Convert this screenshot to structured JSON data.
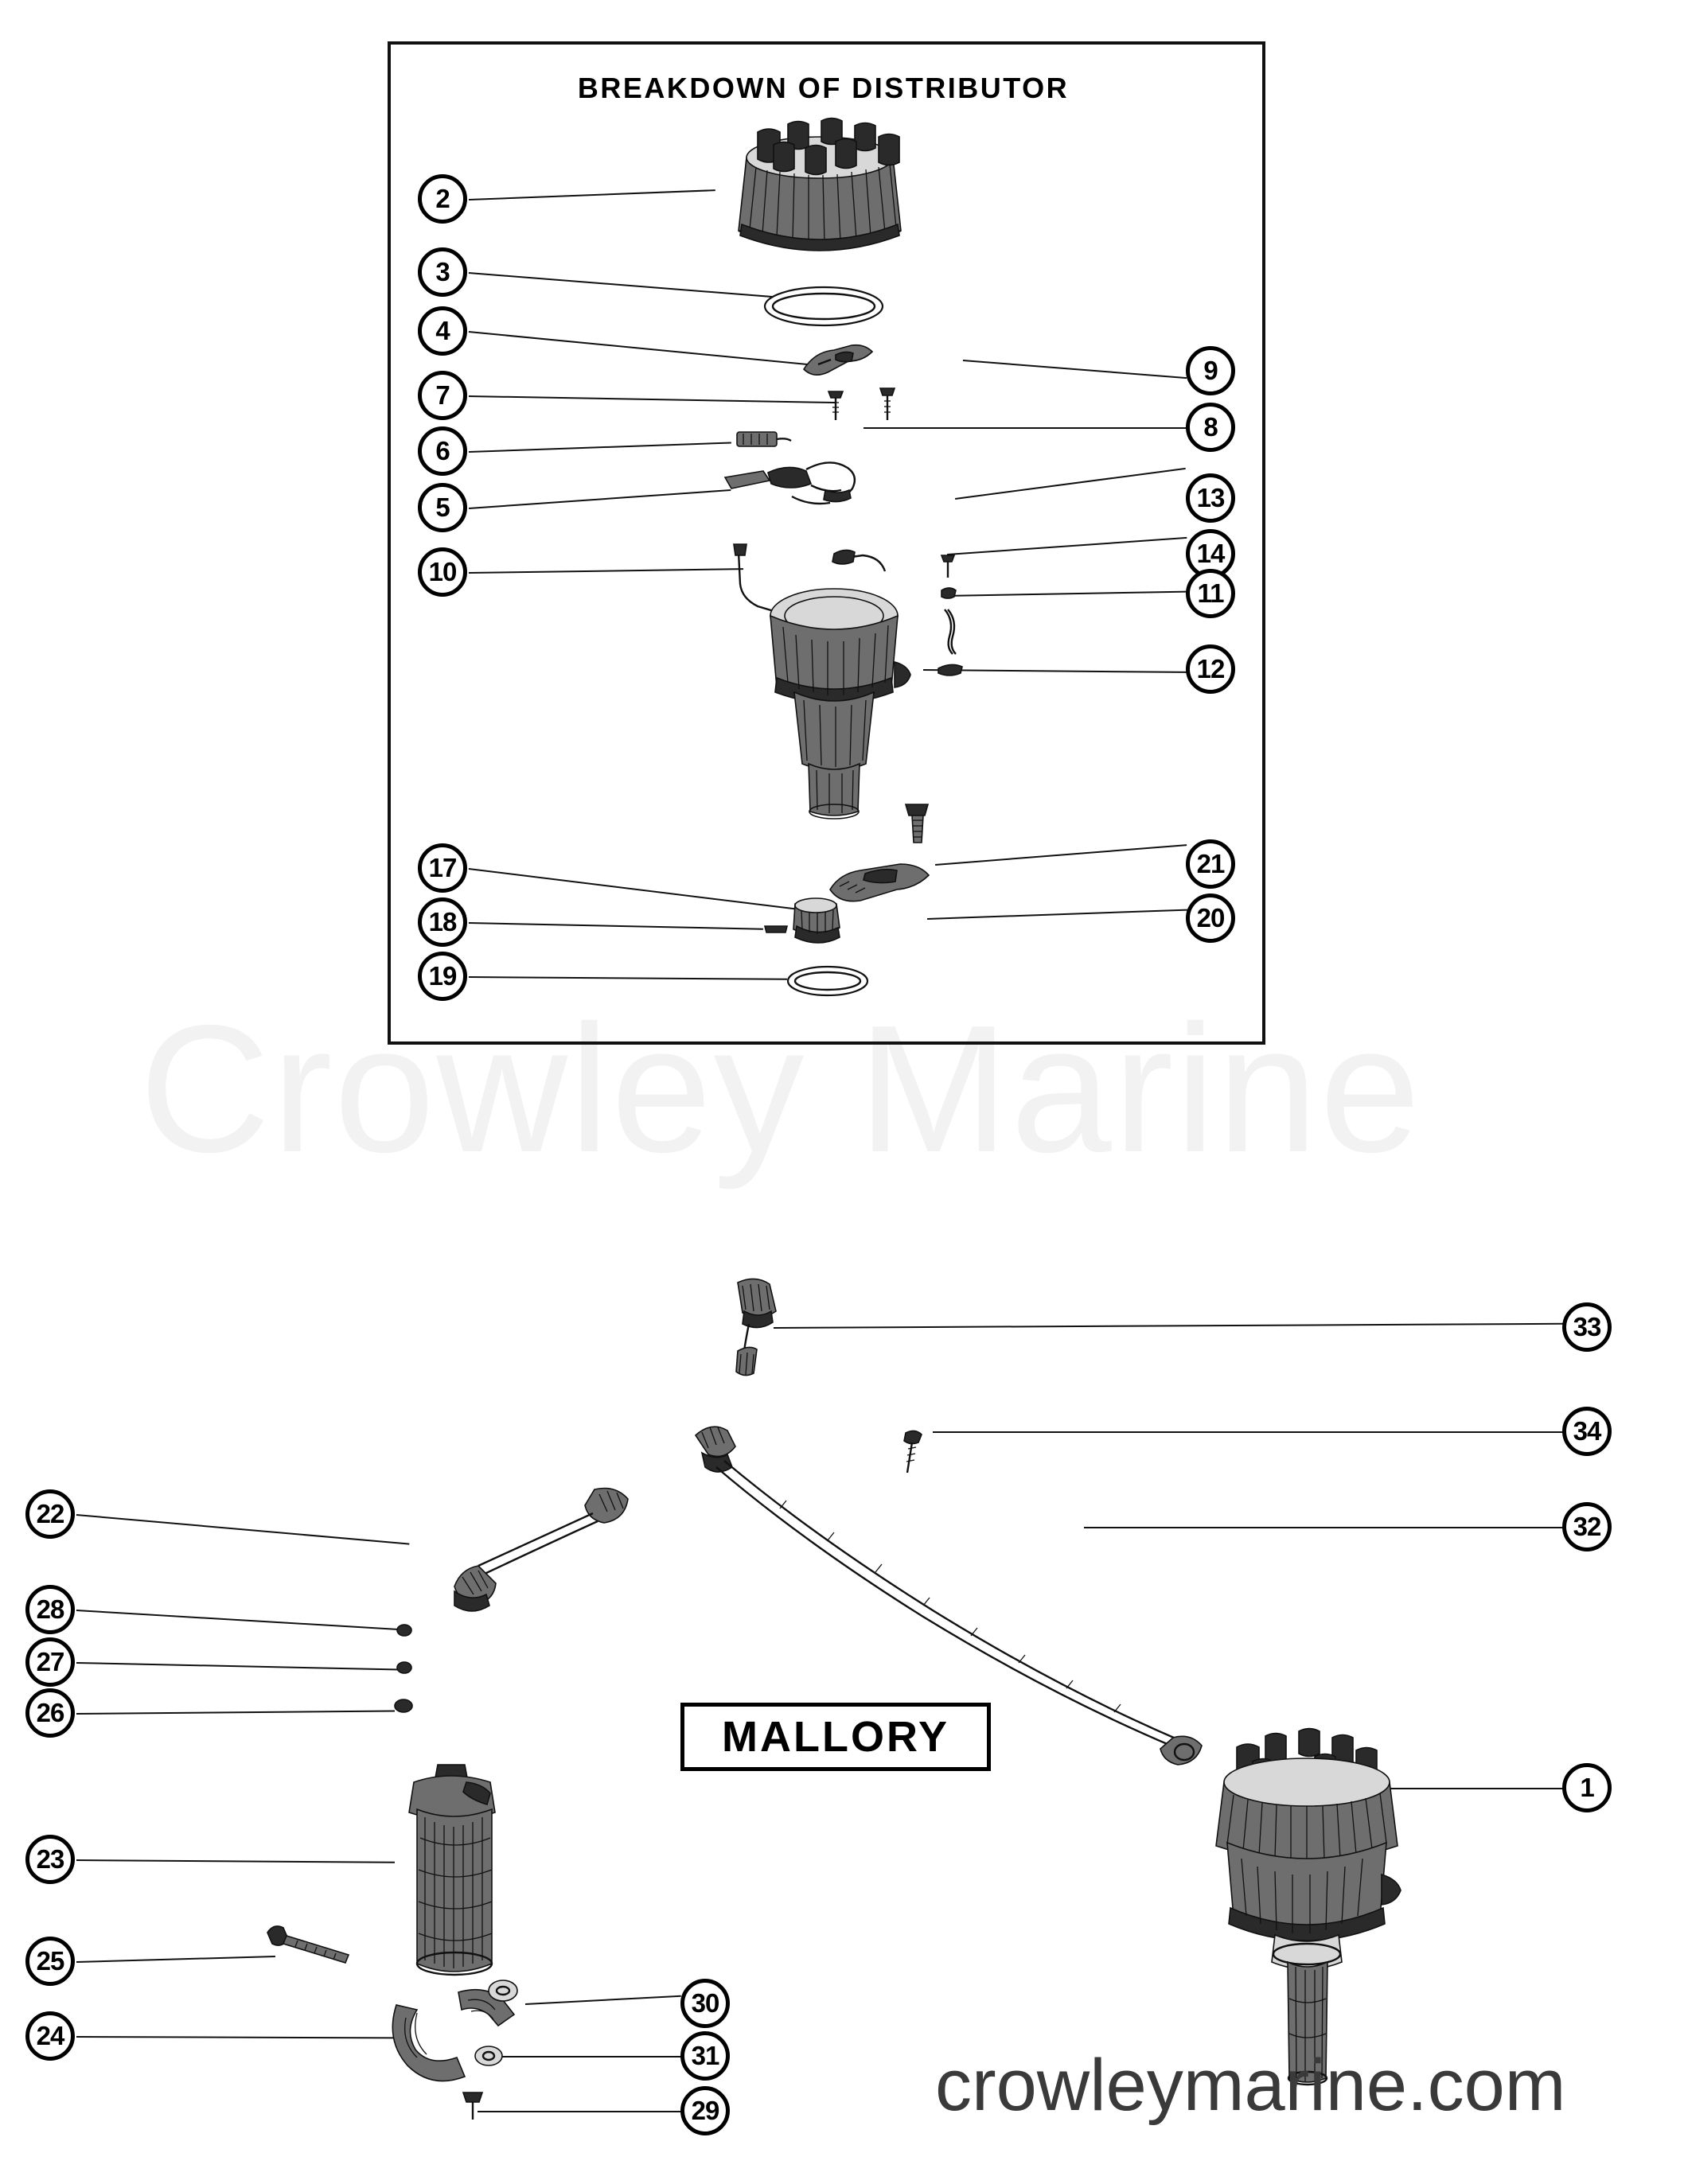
{
  "document": {
    "title": "BREAKDOWN OF DISTRIBUTOR",
    "brand_logo": "MALLORY",
    "watermark_large": "Crowley Marine",
    "watermark_url": "crowleymarine.com"
  },
  "panel": {
    "heading": "BREAKDOWN OF DISTRIBUTOR"
  },
  "callouts": {
    "c1": "1",
    "c2": "2",
    "c3": "3",
    "c4": "4",
    "c5": "5",
    "c6": "6",
    "c7": "7",
    "c8": "8",
    "c9": "9",
    "c10": "10",
    "c11": "11",
    "c12": "12",
    "c13": "13",
    "c14": "14",
    "c17": "17",
    "c18": "18",
    "c19": "19",
    "c20": "20",
    "c21": "21",
    "c22": "22",
    "c23": "23",
    "c24": "24",
    "c25": "25",
    "c26": "26",
    "c27": "27",
    "c28": "28",
    "c29": "29",
    "c30": "30",
    "c31": "31",
    "c32": "32",
    "c33": "33",
    "c34": "34"
  },
  "colors": {
    "ink": "#111111",
    "paper": "#ffffff",
    "watermark_large": "#f2f2f2",
    "watermark_url": "#3a3a3a"
  }
}
